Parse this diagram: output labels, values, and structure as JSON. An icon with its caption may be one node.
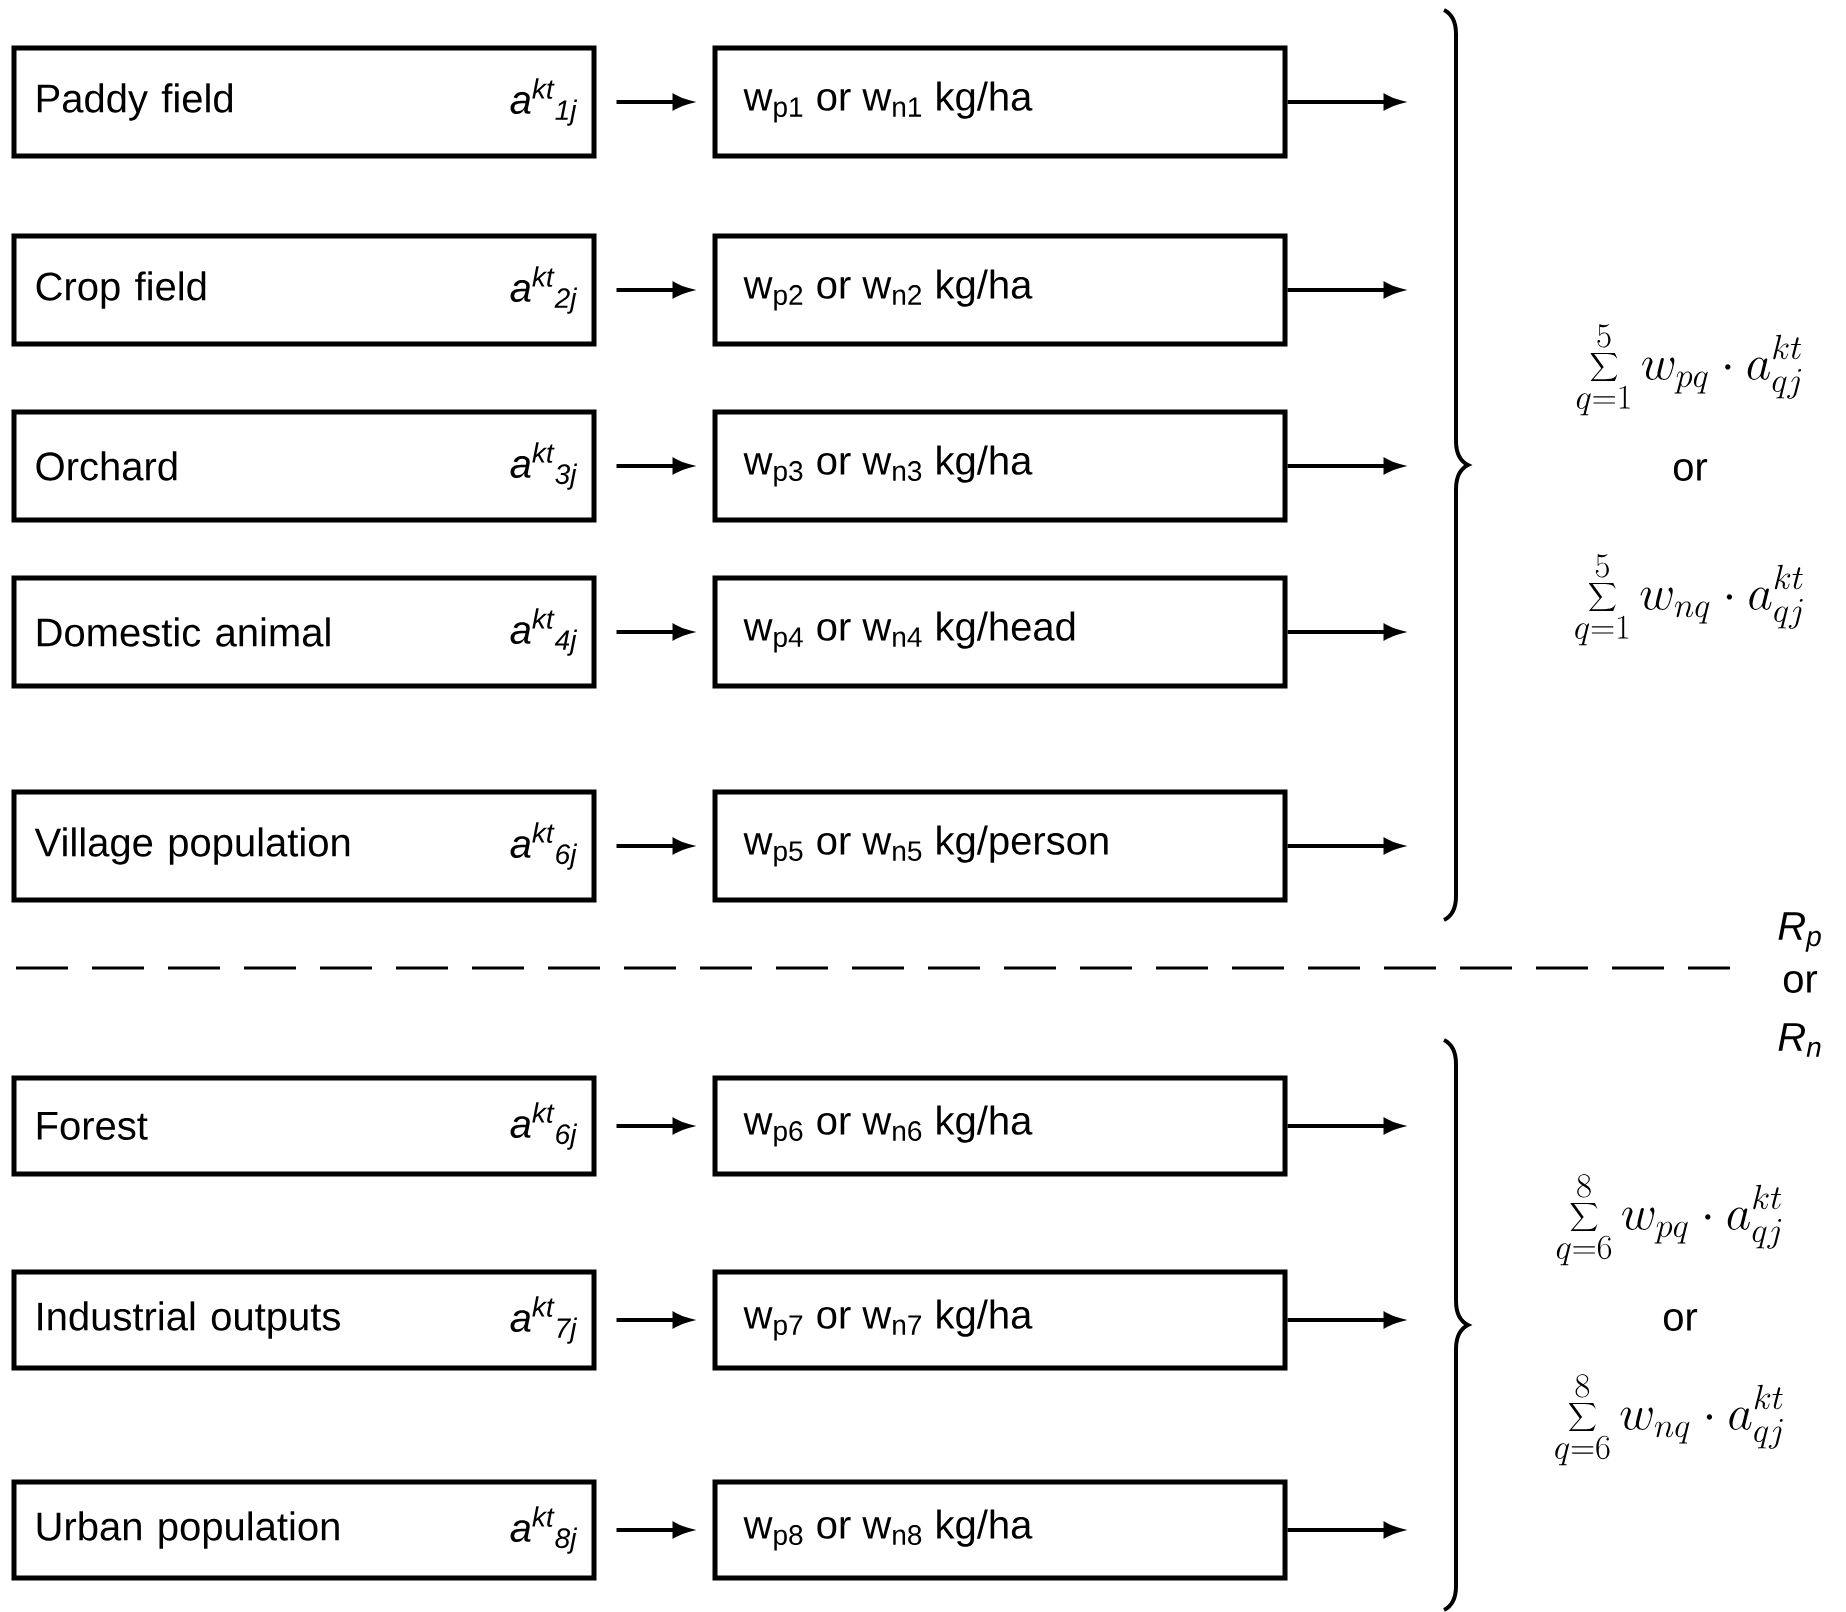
{
  "diagram": {
    "nodes": [
      {
        "text": [
          "Paddy field",
          "a$^{kt}$$_{1j}$"
        ]
      },
      {
        "text": [
          "Crop field",
          "a$^{kt}$$_{2j}$"
        ]
      },
      {
        "text": [
          "Orchard",
          "a$^{kt}$$_{3j}$"
        ]
      },
      {
        "text": [
          "Domestic animal",
          "a$^{kt}$$_{4j}$"
        ]
      },
      {
        "text": [
          "Village population",
          "a$^{kt}$$_{6j}$"
        ]
      },
      {
        "text": [
          "Forest",
          "a$^{kt}$$_{6j}$"
        ]
      },
      {
        "text": [
          "Industrial outputs",
          "a$^{kt}$$_{7j}$"
        ]
      },
      {
        "text": [
          "Urban population",
          "a$^{kt}$$_{8j}$"
        ]
      },
      {
        "text": [
          "w$_{p1}$ or w$_{n1}$ kg/ha"
        ]
      },
      {
        "text": [
          "w$_{p2}$ or w$_{n2}$ kg/ha"
        ]
      },
      {
        "text": [
          "w$_{p3}$ or w$_{n3}$ kg/ha"
        ]
      },
      {
        "text": [
          "w$_{p4}$ or w$_{n4}$ kg/head"
        ]
      },
      {
        "text": [
          "w$_{p5}$ or w$_{n5}$ kg/person"
        ]
      },
      {
        "text": [
          "w$_{p6}$ or w$_{n6}$ kg/ha"
        ]
      },
      {
        "text": [
          "w$_{p7}$ or w$_{n7}$ kg/ha"
        ]
      },
      {
        "text": [
          "w$_{p8}$ or w$_{n8}$ kg/ha"
        ]
      }
    ],
    "edges": [
      {
        "from": 0,
        "to": 8,
        "arrow": "to"
      },
      {
        "from": 1,
        "to": 9,
        "arrow": "to"
      },
      {
        "from": 2,
        "to": 10,
        "arrow": "to"
      },
      {
        "from": 3,
        "to": 11,
        "arrow": "to"
      },
      {
        "from": 4,
        "to": 12,
        "arrow": "to"
      },
      {
        "from": 5,
        "to": 13,
        "arrow": "to"
      },
      {
        "from": 6,
        "to": 14,
        "arrow": "to"
      },
      {
        "from": 7,
        "to": 15,
        "arrow": "to"
      },
      {
        "from": 8,
        "to": null,
        "arrow": "to"
      },
      {
        "from": 9,
        "to": null,
        "arrow": "to"
      },
      {
        "from": 10,
        "to": null,
        "arrow": "to"
      },
      {
        "from": 11,
        "to": null,
        "arrow": "to"
      },
      {
        "from": 12,
        "to": null,
        "arrow": "to"
      },
      {
        "from": 13,
        "to": null,
        "arrow": "to"
      },
      {
        "from": 14,
        "to": null,
        "arrow": "to"
      },
      {
        "from": 15,
        "to": null,
        "arrow": "to"
      }
    ],
    "labels": [
      "\\sum_{q=1}^{5} w_{pq}\\cdot a_{qj}^{kt}",
      "or",
      "\\sum_{q=1}^{5} w_{nq}\\cdot a_{qj}^{kt}",
      "R$_{p}$",
      "or",
      "R$_{n}$",
      "\\sum_{q=6}^{8} w_{pq}\\cdot a_{qj}^{kt}",
      "or",
      "\\sum_{q=6}^{8} w_{nq}\\cdot a_{qj}^{kt}"
    ]
  }
}
